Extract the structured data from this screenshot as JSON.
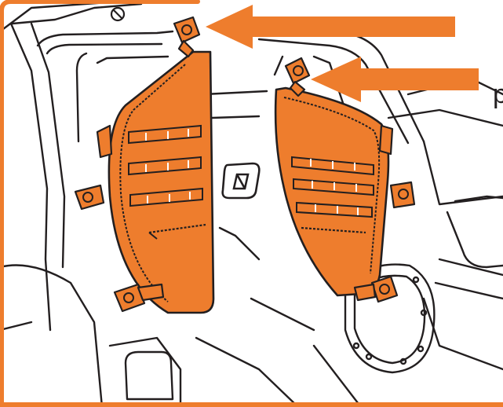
{
  "figure": {
    "accent_color": "#ee7d2d",
    "line_color": "#231f20",
    "background_color": "#ffffff",
    "bag_count": 2,
    "arrow_count": 2,
    "cropped_text": "p"
  },
  "icons": {
    "dash_mount": "grab-handle-icon",
    "rear_pillar_badge": "badge-icon"
  }
}
